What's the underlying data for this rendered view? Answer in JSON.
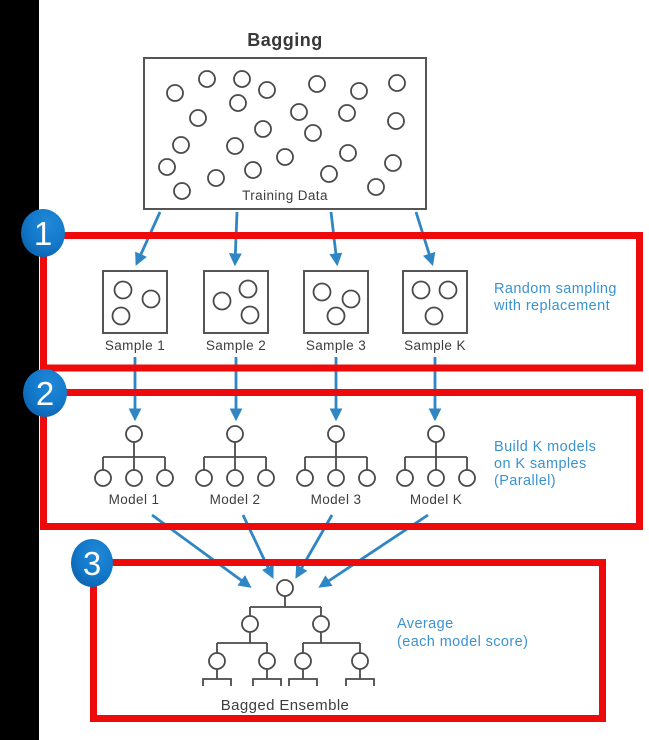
{
  "title": "Bagging",
  "colors": {
    "highlight_red": "#ee0a0a",
    "arrow_blue": "#2e86c5",
    "annotation_blue": "#3a93d0",
    "badge_blue": "#1277c9",
    "sidebar_black": "#000000",
    "diagram_gray": "#4a4a4a"
  },
  "training": {
    "label": "Training Data"
  },
  "samples": {
    "items": [
      {
        "label": "Sample 1"
      },
      {
        "label": "Sample 2"
      },
      {
        "label": "Sample 3"
      },
      {
        "label": "Sample K"
      }
    ],
    "annotation": {
      "line1": "Random sampling",
      "line2": "with replacement"
    }
  },
  "models": {
    "items": [
      {
        "label": "Model 1"
      },
      {
        "label": "Model 2"
      },
      {
        "label": "Model 3"
      },
      {
        "label": "Model K"
      }
    ],
    "annotation": {
      "line1": "Build K models",
      "line2": "on K samples",
      "line3": "(Parallel)"
    }
  },
  "ensemble": {
    "label": "Bagged Ensemble",
    "annotation": {
      "line1": "Average",
      "line2": "(each model score)"
    }
  },
  "badges": {
    "step1": "1",
    "step2": "2",
    "step3": "3"
  }
}
